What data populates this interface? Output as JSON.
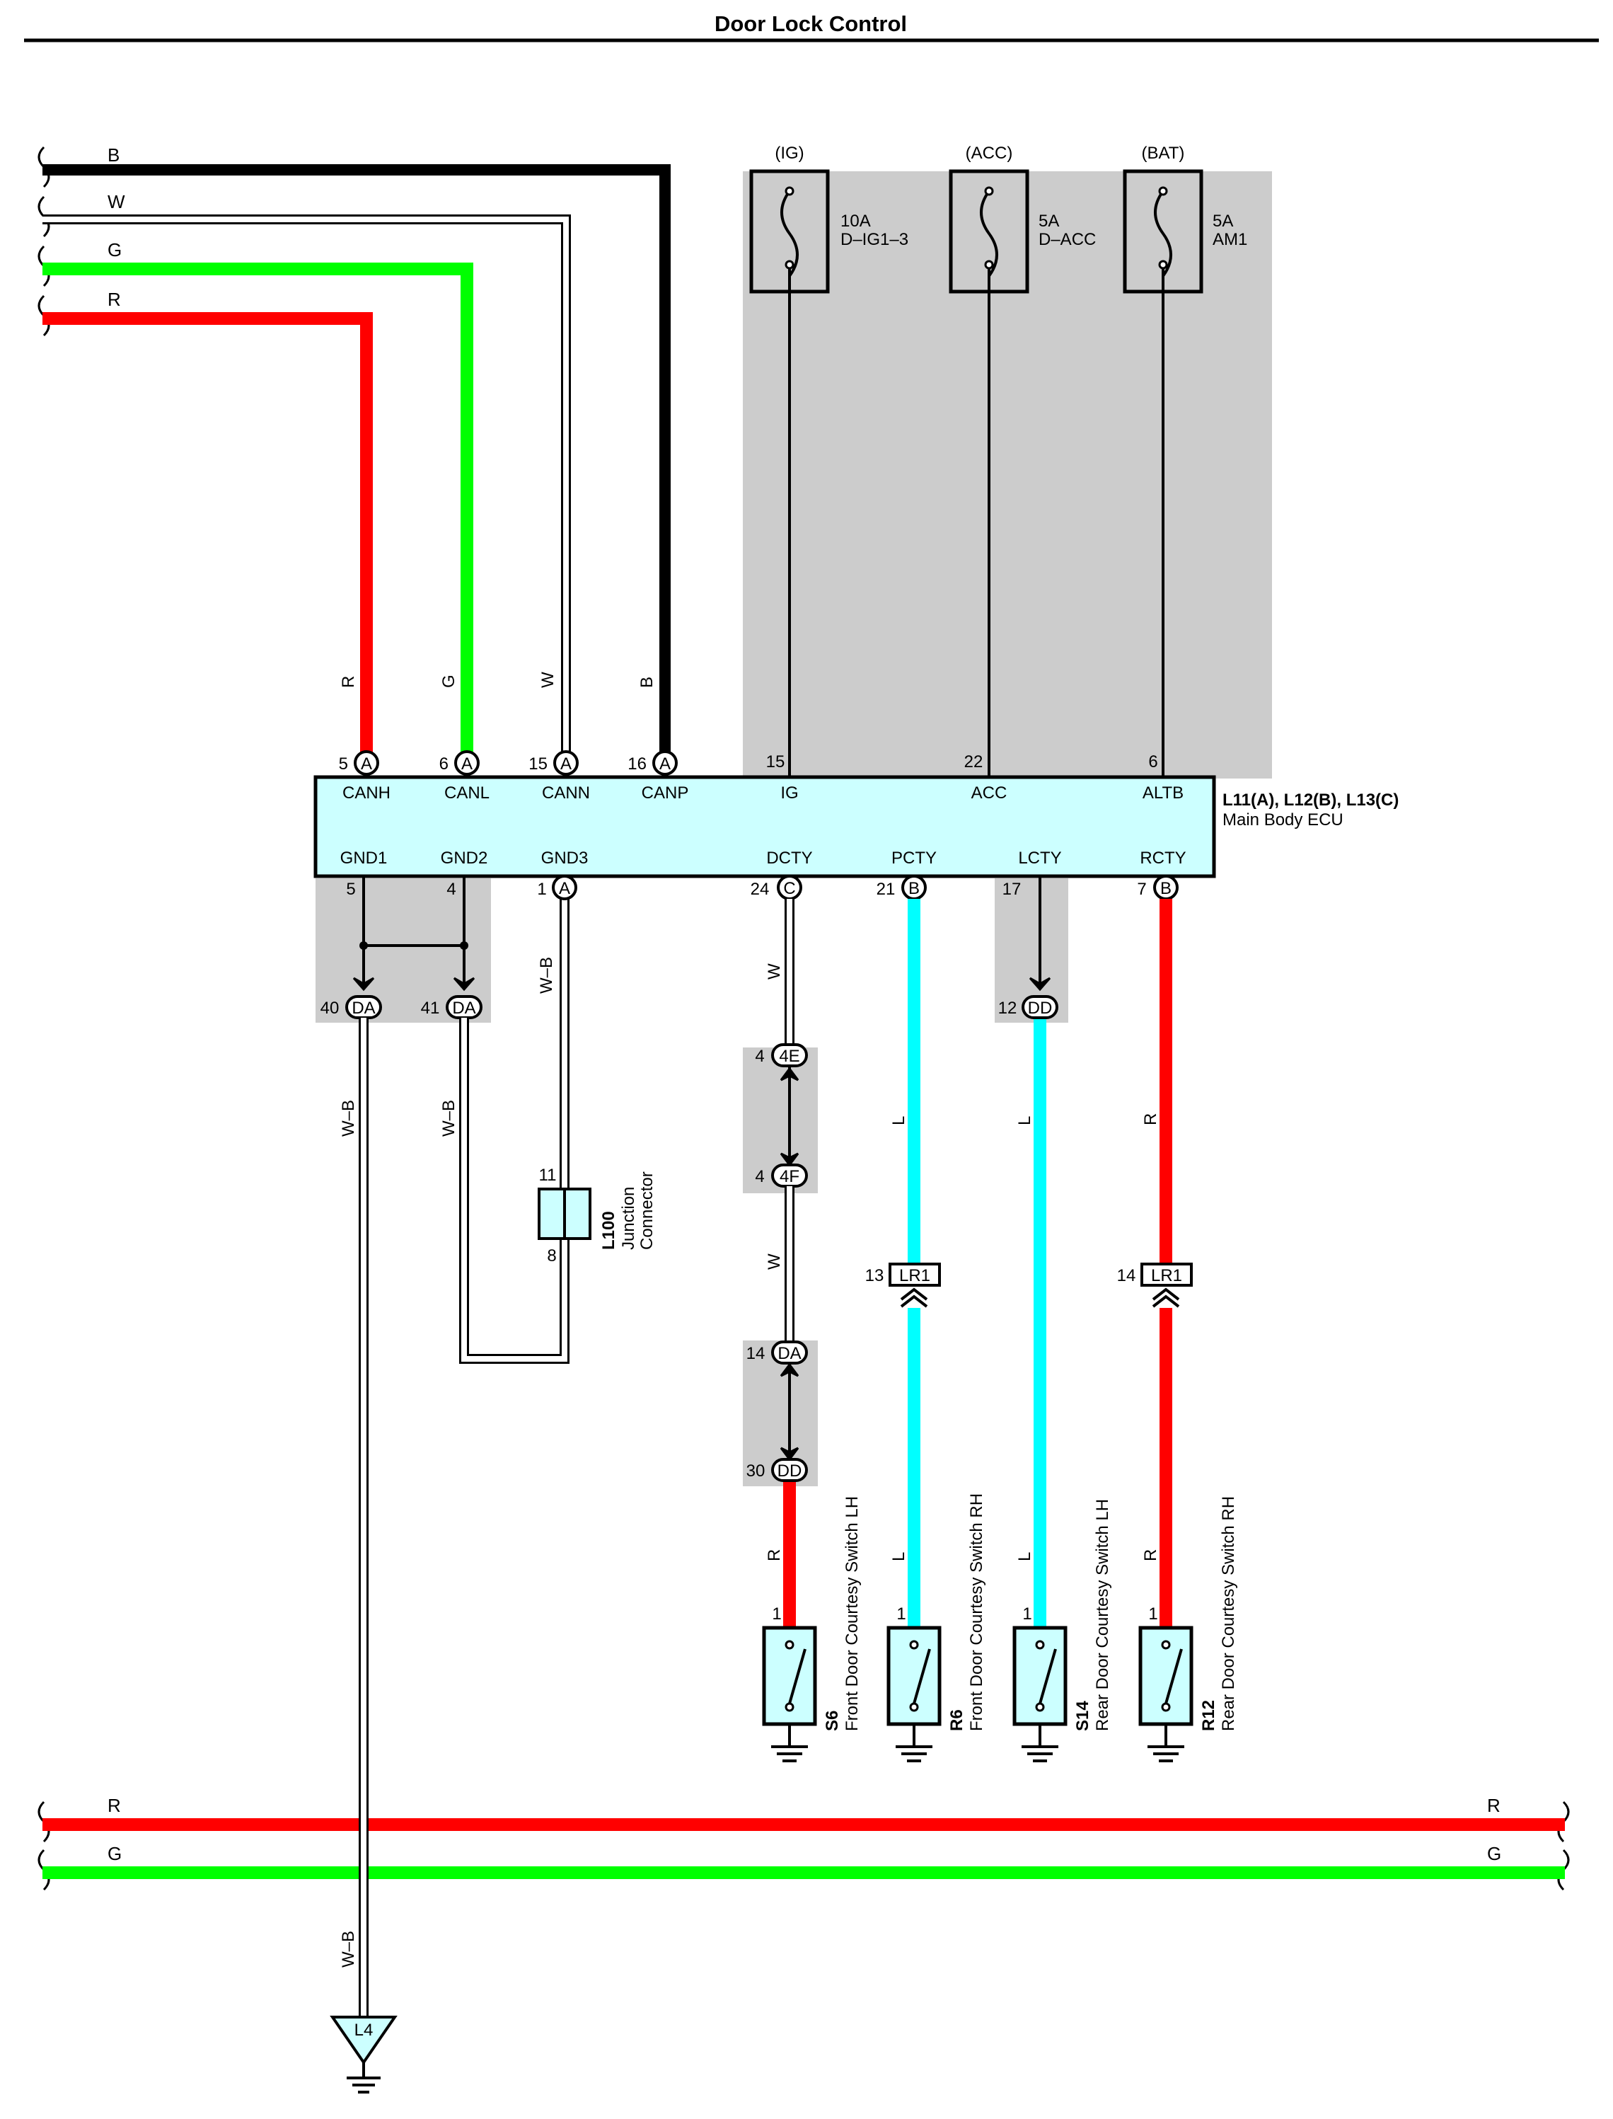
{
  "title": "Door Lock Control",
  "colors": {
    "red": "#ff0000",
    "green": "#00ff00",
    "cyan": "#00ffff",
    "black": "#000000",
    "ecu_fill": "#ccffff",
    "shade": "#cccccc"
  },
  "top_wires": [
    {
      "label": "B"
    },
    {
      "label": "W"
    },
    {
      "label": "G"
    },
    {
      "label": "R"
    }
  ],
  "fuses": [
    {
      "source": "(IG)",
      "rating": "10A",
      "name": "D–IG1–3"
    },
    {
      "source": "(ACC)",
      "rating": "5A",
      "name": "D–ACC"
    },
    {
      "source": "(BAT)",
      "rating": "5A",
      "name": "AM1"
    }
  ],
  "ecu": {
    "id": "L11(A), L12(B), L13(C)",
    "name": "Main Body ECU",
    "top_pins": [
      {
        "num": "5",
        "conn": "A",
        "name": "CANH",
        "wire": "R"
      },
      {
        "num": "6",
        "conn": "A",
        "name": "CANL",
        "wire": "G"
      },
      {
        "num": "15",
        "conn": "A",
        "name": "CANN",
        "wire": "W"
      },
      {
        "num": "16",
        "conn": "A",
        "name": "CANP",
        "wire": "B"
      },
      {
        "num": "15",
        "conn": "",
        "name": "IG",
        "wire": ""
      },
      {
        "num": "22",
        "conn": "",
        "name": "ACC",
        "wire": ""
      },
      {
        "num": "6",
        "conn": "",
        "name": "ALTB",
        "wire": ""
      }
    ],
    "bottom_pins": [
      {
        "num": "5",
        "conn": "",
        "name": "GND1"
      },
      {
        "num": "4",
        "conn": "",
        "name": "GND2"
      },
      {
        "num": "1",
        "conn": "A",
        "name": "GND3"
      },
      {
        "num": "24",
        "conn": "C",
        "name": "DCTY"
      },
      {
        "num": "21",
        "conn": "B",
        "name": "PCTY"
      },
      {
        "num": "17",
        "conn": "",
        "name": "LCTY"
      },
      {
        "num": "7",
        "conn": "B",
        "name": "RCTY"
      }
    ]
  },
  "connectors": {
    "da40": {
      "num": "40",
      "id": "DA"
    },
    "da41": {
      "num": "41",
      "id": "DA"
    },
    "dd12": {
      "num": "12",
      "id": "DD"
    },
    "e4": {
      "num": "4",
      "id": "4E"
    },
    "f4": {
      "num": "4",
      "id": "4F"
    },
    "da14": {
      "num": "14",
      "id": "DA"
    },
    "dd30": {
      "num": "30",
      "id": "DD"
    },
    "lr1_13": {
      "num": "13",
      "id": "LR1"
    },
    "lr1_14": {
      "num": "14",
      "id": "LR1"
    }
  },
  "wire_labels": {
    "gnd1": "W–B",
    "gnd2": "W–B",
    "gnd3": "W–B",
    "dcty_upper": "W",
    "dcty_mid": "W",
    "dcty_lower": "R",
    "pcty_upper": "L",
    "pcty_lower": "L",
    "lcty_upper": "L",
    "lcty_lower": "L",
    "rcty_upper": "R",
    "rcty_lower": "R",
    "ground_lead": "W–B"
  },
  "junction": {
    "id": "L100",
    "name_line1": "Junction",
    "name_line2": "Connector",
    "pin_top": "11",
    "pin_bottom": "8"
  },
  "switches": [
    {
      "pin": "1",
      "id": "S6",
      "name": "Front Door Courtesy Switch LH"
    },
    {
      "pin": "1",
      "id": "R6",
      "name": "Front Door Courtesy Switch RH"
    },
    {
      "pin": "1",
      "id": "S14",
      "name": "Rear Door Courtesy Switch LH"
    },
    {
      "pin": "1",
      "id": "R12",
      "name": "Rear Door Courtesy Switch RH"
    }
  ],
  "bottom_bus": [
    {
      "label_left": "R",
      "label_right": "R"
    },
    {
      "label_left": "G",
      "label_right": "G"
    }
  ],
  "ground_point": "L4"
}
